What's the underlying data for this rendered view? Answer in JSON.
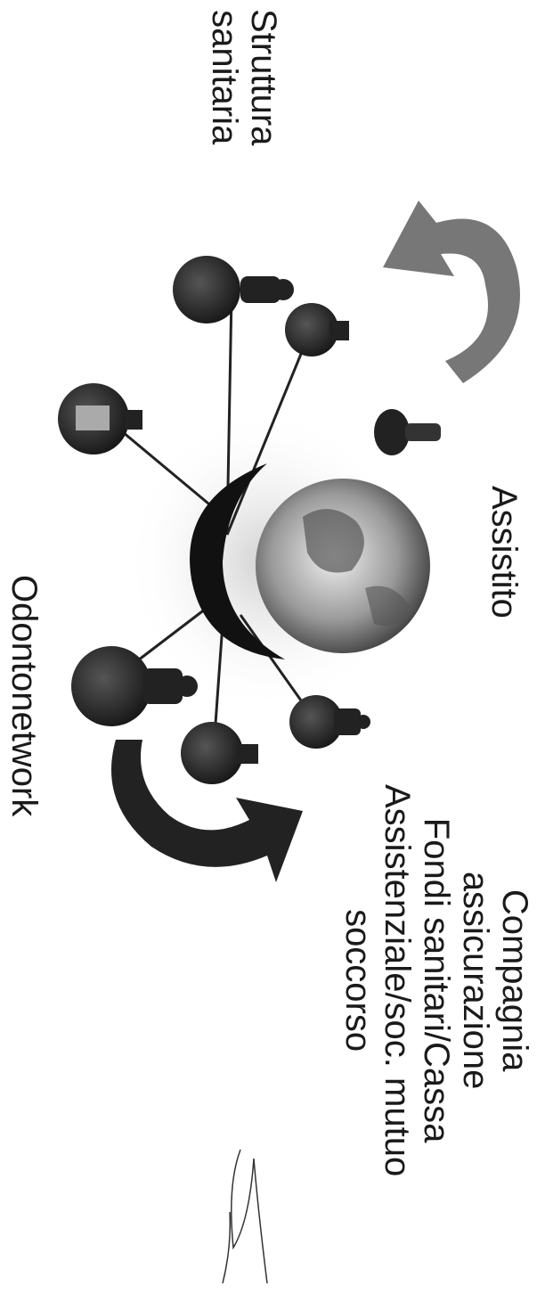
{
  "labels": {
    "struttura_line1": "Struttura",
    "struttura_line2": "sanitaria",
    "assistito": "Assistito",
    "odontonetwork": "Odontonetwork",
    "compagnia_line1": "Compagnia",
    "compagnia_line2": "assicurazione",
    "compagnia_line3": "Fondi sanitari/Cassa",
    "compagnia_line4": "Assistenziale/soc. mutuo",
    "compagnia_line5": "soccorso"
  },
  "colors": {
    "text": "#1a1a1a",
    "node": "#222222",
    "arrow": "#333333"
  }
}
